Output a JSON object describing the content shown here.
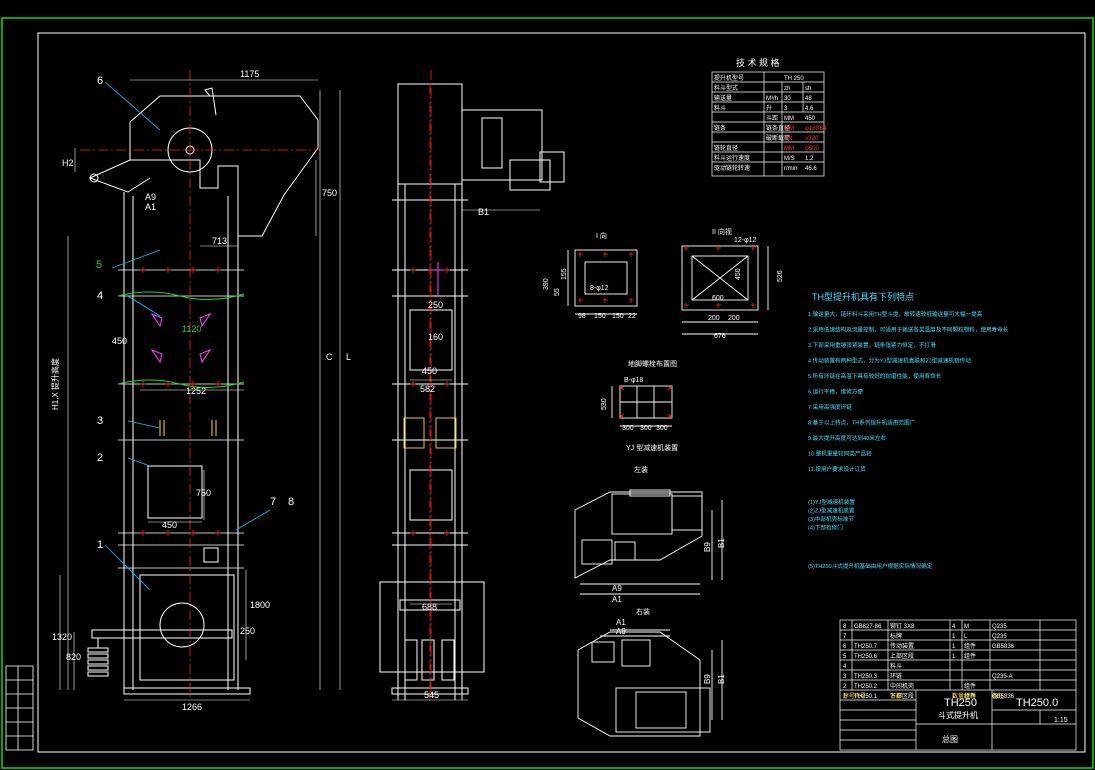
{
  "colors": {
    "background": "#000000",
    "frame": "#19d419",
    "line": "#ffffff",
    "centerline": "#ff2020",
    "dimension": "#ffffff",
    "accent_yellow": "#ffe020",
    "accent_magenta": "#ff40ff",
    "leader": "#00c8ff",
    "table_red": "#ff3030",
    "cyan_text": "#40e0ff"
  },
  "front_view": {
    "callouts": [
      "6",
      "5",
      "4",
      "3",
      "2",
      "1",
      "7",
      "8"
    ],
    "dims": {
      "top_width": "1175",
      "h2": "H2",
      "a9": "A9",
      "a1": "A1",
      "d713": "713",
      "d750_right": "750",
      "d1120": "1120",
      "d450": "450",
      "d1252": "1252",
      "d750_mid": "750",
      "d450_b": "450",
      "d1800": "1800",
      "d250": "250",
      "d1320": "1320",
      "d820": "820",
      "d1266": "1266",
      "c": "C",
      "l": "L",
      "h_total": "H1,X 提升高度"
    }
  },
  "side_view": {
    "dims": {
      "b1": "B1",
      "d250": "250",
      "d160": "160",
      "d450": "450",
      "d582": "582",
      "d688": "688",
      "d545": "545"
    }
  },
  "sections": {
    "inlet": {
      "title": "I 向",
      "dims": [
        "390",
        "155",
        "55",
        "8-φ12",
        "98",
        "150",
        "150",
        "22"
      ]
    },
    "outlet": {
      "title": "II 向视",
      "dims": [
        "12-φ12",
        "450",
        "600",
        "200",
        "200",
        "676",
        "526"
      ]
    },
    "anchor": {
      "title": "地脚螺栓布置图",
      "dims": [
        "B-φ18",
        "530",
        "300",
        "300",
        "300"
      ]
    },
    "yj_title": "YJ 型减速机装置",
    "left_install": "左装",
    "right_install": "右装",
    "right_dims": [
      "B9",
      "B1",
      "A9",
      "A1"
    ]
  },
  "tech_spec": {
    "title": "技 术 规 格",
    "rows": [
      [
        "提升机型号",
        "",
        "TH 250",
        ""
      ],
      [
        "料斗型式",
        "",
        "zh",
        "sh"
      ],
      [
        "输送量",
        "M³/h",
        "30",
        "48"
      ],
      [
        "料斗",
        "升",
        "3",
        "4.6"
      ],
      [
        "",
        "斗距",
        "MM",
        "450"
      ],
      [
        "链条",
        "链条直径",
        "MM",
        "φ18X64"
      ],
      [
        "",
        "破断载荷",
        "KN",
        "≥320"
      ],
      [
        "链轮直径",
        "",
        "MM",
        "φ500"
      ],
      [
        "料斗运行速度",
        "",
        "M/S",
        "1.2"
      ],
      [
        "驱动链轮转速",
        "",
        "r/min",
        "46.6"
      ]
    ]
  },
  "features": {
    "title": "TH型提升机具有下列特点",
    "items": [
      "1.输送量大，链环料斗采用TH型斗提，故转速较低输送量可大幅一提高",
      "2.采用低速结构及流量控制，可适用于输送各类温度及不同颗粒物料，使用寿命长",
      "3.下部采用重锤张紧装置，链条张紧力恒定，不打滑",
      "4.传动装置有两种型式，分为YJ型减速机直联和ZJ型减速机链传动",
      "5.所有环链在高温下具有较好的耐磨性能，使用寿命长",
      "6.运行平稳，维修方便",
      "7.采用高强度环链",
      "8.基于以上特点，TH系列提升机适用范围广",
      "9.最大提升高度可达到40米左右",
      "10.整机重量较同类产品轻",
      "11.按用户要求设计订货"
    ],
    "notes": [
      "(1)YJ型减速机装置",
      "(2)ZJ型减速机装置",
      "(3)中部机壳标准节",
      "(4)下部检修门"
    ],
    "footnote": "(5)TH250斗式提升机基础由用户根据实际情况确定"
  },
  "bom": {
    "rows": [
      [
        "8",
        "GB827-86",
        "铆钉 3X8",
        "4",
        "M",
        "Q235"
      ],
      [
        "7",
        "",
        "标牌",
        "1",
        "L",
        "Q235"
      ],
      [
        "6",
        "TH250.7",
        "传动装置",
        "1",
        "组件",
        "GB5836"
      ],
      [
        "5",
        "TH250.6",
        "上部区段",
        "1",
        "组件",
        ""
      ],
      [
        "4",
        "",
        "料斗",
        "",
        "",
        ""
      ],
      [
        "3",
        "TH250.3",
        "环链",
        "",
        "",
        "Q235-A"
      ],
      [
        "2",
        "TH250.2",
        "中间机壳",
        "",
        "组件",
        ""
      ],
      [
        "1",
        "TH250.1",
        "下部区段",
        "1",
        "组件",
        "GB5836"
      ]
    ],
    "header": [
      "序号",
      "代号",
      "名称",
      "数量",
      "材料",
      "备注"
    ],
    "title_name": "TH250",
    "title_sub": "斗式提升机",
    "drawing_no": "TH250.0",
    "sheet_type": "总图",
    "scale": "1:15"
  }
}
